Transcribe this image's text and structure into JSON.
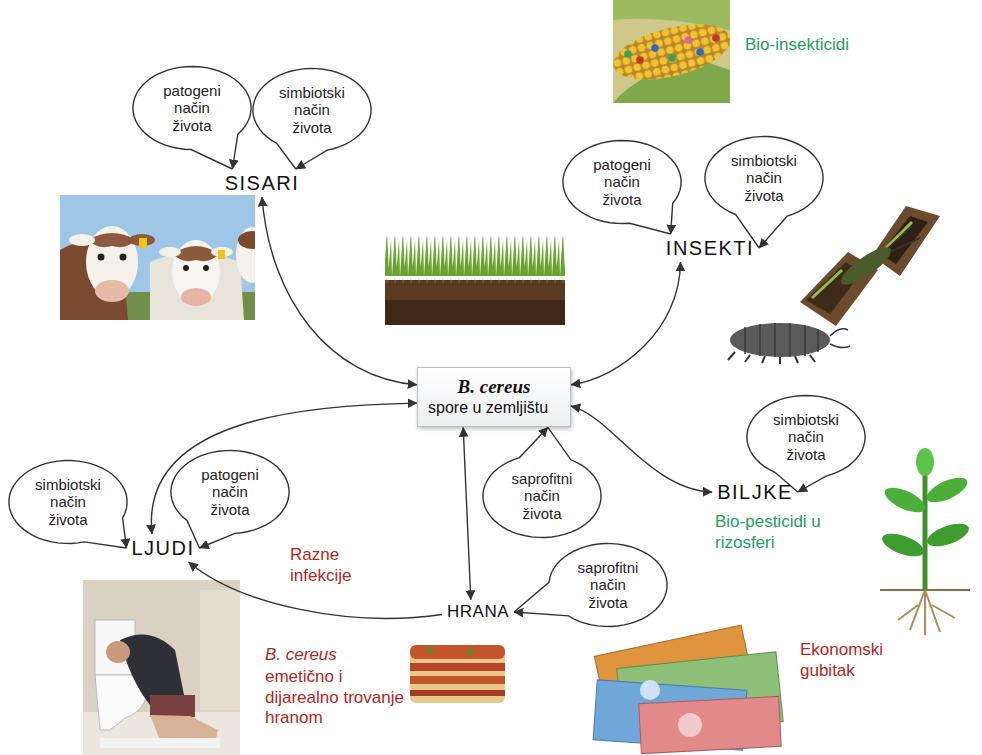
{
  "diagram": {
    "nodes": [
      {
        "text": [
          "SISARI"
        ]
      },
      {
        "text": [
          "INSEKTI"
        ]
      },
      {
        "text": [
          "B. cereus",
          "spore u zemljištu"
        ]
      },
      {
        "text": [
          "BILJKE"
        ]
      },
      {
        "text": [
          "LJUDI"
        ]
      },
      {
        "text": [
          "HRANA"
        ]
      }
    ],
    "edges": [
      {
        "from": 0,
        "to": 2,
        "arrow": "both"
      },
      {
        "from": 0,
        "to": 0,
        "label": "patogeni način života",
        "arrow": "to"
      },
      {
        "from": 0,
        "to": 0,
        "label": "simbiotski način života",
        "arrow": "to"
      },
      {
        "from": 1,
        "to": 1,
        "label": "patogeni način života",
        "arrow": "to"
      },
      {
        "from": 1,
        "to": 1,
        "label": "simbiotski način života",
        "arrow": "to"
      },
      {
        "from": 1,
        "to": 2,
        "arrow": "both"
      },
      {
        "from": 3,
        "to": 3,
        "label": "simbiotski način života",
        "arrow": "to"
      },
      {
        "from": 3,
        "to": 2,
        "arrow": "both"
      },
      {
        "from": 4,
        "to": 4,
        "label": "simbiotski način života",
        "arrow": "to"
      },
      {
        "from": 4,
        "to": 4,
        "label": "patogeni način života",
        "arrow": "to"
      },
      {
        "from": 4,
        "to": 2,
        "arrow": "both"
      },
      {
        "from": 2,
        "to": 2,
        "label": "saprofitni način života",
        "arrow": "to"
      },
      {
        "from": 5,
        "to": 2,
        "arrow": "both"
      },
      {
        "from": 5,
        "to": 5,
        "label": "saprofitni način života",
        "arrow": "to"
      },
      {
        "from": 5,
        "to": 4,
        "arrow": "to"
      }
    ],
    "labels": [
      "Bio-insekticidi",
      "Razne infekcije",
      "Bio-pesticidi u rizosferi",
      "B. cereus",
      "emetično i dijarealno trovanje hranom",
      "Ekonomski gubitak"
    ]
  }
}
